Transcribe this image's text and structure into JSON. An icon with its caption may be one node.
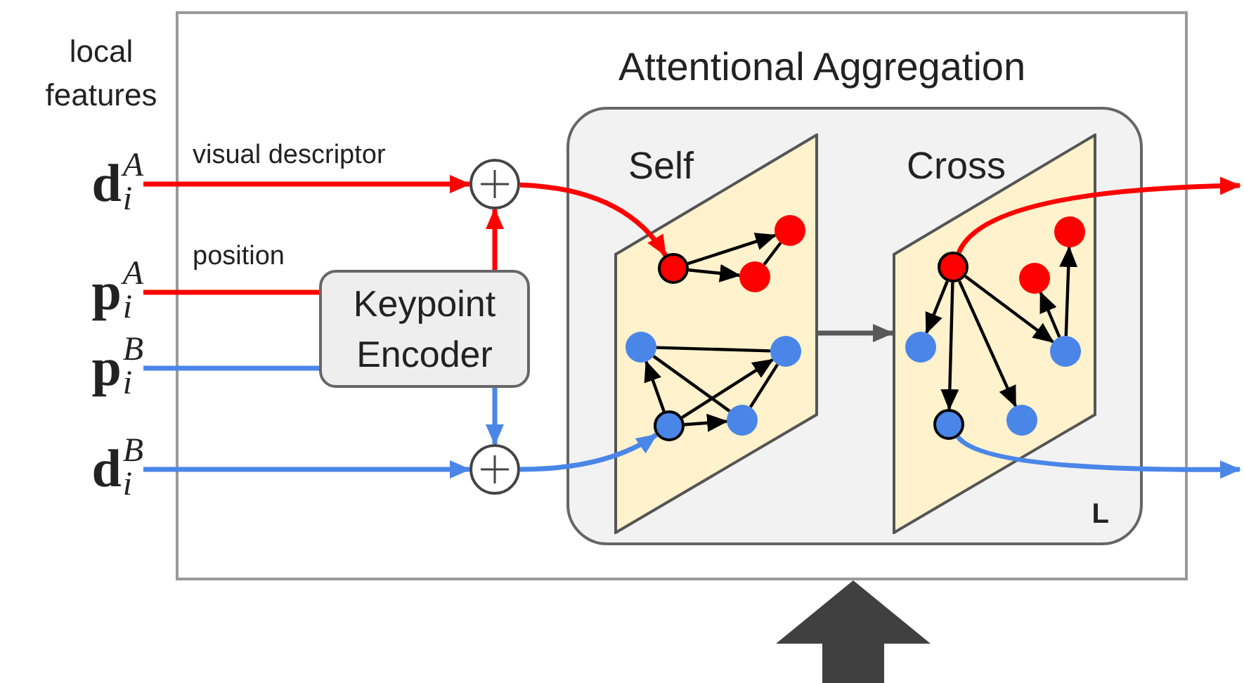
{
  "diagram": {
    "nodes": [
      {
        "text": [],
        "shape": "box"
      },
      {
        "text": [
          "Attentional Aggregation",
          "L"
        ],
        "in": 0
      },
      {
        "text": [
          "Self"
        ],
        "in": 1
      },
      {
        "text": [
          "Cross"
        ],
        "in": 1
      },
      {
        "text": [
          "**d**$_{i}$$^{A}$"
        ]
      },
      {
        "text": [
          "**p**$_{i}$$^{A}$"
        ]
      },
      {
        "text": [
          "**p**$_{i}$$^{B}$"
        ]
      },
      {
        "text": [
          "**d**$_{i}$$^{B}$"
        ]
      },
      {
        "text": [
          "Keypoint Encoder"
        ],
        "in": 0
      },
      {
        "text": [],
        "shape": "circle",
        "in": 0
      },
      {
        "text": [],
        "shape": "circle",
        "in": 0
      },
      {
        "text": [],
        "shape": "circle",
        "in": 2
      },
      {
        "text": [],
        "shape": "circle",
        "in": 2
      },
      {
        "text": [],
        "shape": "circle",
        "in": 2
      },
      {
        "text": [],
        "shape": "circle",
        "in": 2
      },
      {
        "text": [],
        "shape": "circle",
        "in": 2
      },
      {
        "text": [],
        "shape": "circle",
        "in": 2
      },
      {
        "text": [],
        "shape": "circle",
        "in": 2
      },
      {
        "text": [],
        "shape": "circle",
        "in": 3
      },
      {
        "text": [],
        "shape": "circle",
        "in": 3
      },
      {
        "text": [],
        "shape": "circle",
        "in": 3
      },
      {
        "text": [],
        "shape": "circle",
        "in": 3
      },
      {
        "text": [],
        "shape": "circle",
        "in": 3
      },
      {
        "text": [],
        "shape": "circle",
        "in": 3
      },
      {
        "text": [],
        "shape": "circle",
        "in": 3
      }
    ],
    "edges": [
      {
        "from": 4,
        "to": 9,
        "arrow": "to",
        "label": "visual descriptor",
        "color": "#ff0000"
      },
      {
        "from": 5,
        "to": 8,
        "arrow": "none",
        "label": "position",
        "color": "#ff0000"
      },
      {
        "from": 6,
        "to": 8,
        "arrow": "none",
        "color": "#4a86e8"
      },
      {
        "from": 8,
        "to": 9,
        "arrow": "to",
        "color": "#ff0000"
      },
      {
        "from": 8,
        "to": 10,
        "arrow": "to",
        "color": "#4a86e8"
      },
      {
        "from": 7,
        "to": 10,
        "arrow": "to",
        "color": "#4a86e8"
      },
      {
        "from": 9,
        "to": 11,
        "arrow": "to",
        "color": "#ff0000"
      },
      {
        "from": 10,
        "to": 16,
        "arrow": "to",
        "color": "#4a86e8"
      },
      {
        "from": 11,
        "to": 12,
        "arrow": "to"
      },
      {
        "from": 11,
        "to": 13,
        "arrow": "to"
      },
      {
        "from": 13,
        "to": 12,
        "arrow": "none"
      },
      {
        "from": 14,
        "to": 15,
        "arrow": "none"
      },
      {
        "from": 14,
        "to": 17,
        "arrow": "none"
      },
      {
        "from": 16,
        "to": 14,
        "arrow": "to"
      },
      {
        "from": 16,
        "to": 15,
        "arrow": "to"
      },
      {
        "from": 16,
        "to": 17,
        "arrow": "to"
      },
      {
        "from": 17,
        "to": 15,
        "arrow": "none"
      },
      {
        "from": 2,
        "to": 3,
        "arrow": "to",
        "color": "#595959"
      },
      {
        "from": 18,
        "to": 21,
        "arrow": "to"
      },
      {
        "from": 18,
        "to": 23,
        "arrow": "to"
      },
      {
        "from": 18,
        "to": 24,
        "arrow": "to"
      },
      {
        "from": 18,
        "to": 22,
        "arrow": "to"
      },
      {
        "from": 22,
        "to": 20,
        "arrow": "to"
      },
      {
        "from": 22,
        "to": 19,
        "arrow": "to"
      },
      {
        "from": 18,
        "to": null,
        "arrow": "to",
        "color": "#ff0000"
      },
      {
        "from": 23,
        "to": null,
        "arrow": "to",
        "color": "#4a86e8"
      },
      {
        "from": null,
        "to": 0,
        "arrow": "to",
        "style": "thick",
        "color": "#404040"
      }
    ],
    "labels": [
      "local features"
    ]
  }
}
